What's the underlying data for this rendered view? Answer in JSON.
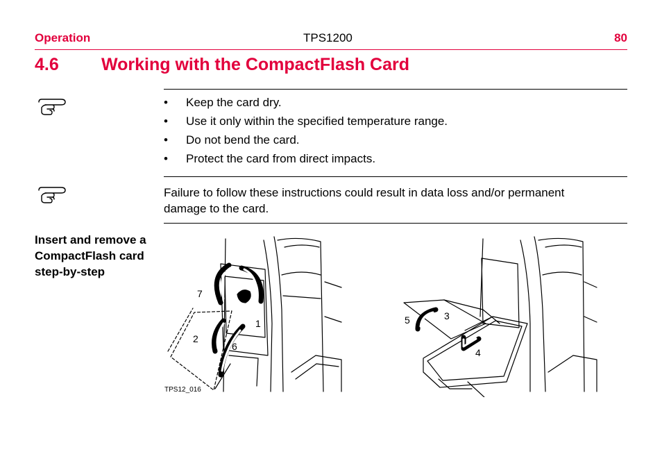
{
  "header": {
    "section": "Operation",
    "product": "TPS1200",
    "page_number": "80",
    "accent_color": "#e2003c"
  },
  "section": {
    "number": "4.6",
    "title": "Working with the CompactFlash Card"
  },
  "notes": [
    {
      "icon": "pointing-hand-icon",
      "bullet": "•",
      "items": [
        "Keep the card dry.",
        "Use it only within the specified temperature range.",
        "Do not bend the card.",
        "Protect the card from direct impacts."
      ]
    },
    {
      "icon": "pointing-hand-icon",
      "text": "Failure to follow these instructions could result in data loss and/or permanent damage to the card."
    }
  ],
  "procedure": {
    "title": "Insert and remove a CompactFlash card step-by-step",
    "figure": {
      "code": "TPS12_016",
      "step_labels": [
        "7",
        "2",
        "1",
        "6",
        "5",
        "3",
        "4"
      ]
    }
  }
}
